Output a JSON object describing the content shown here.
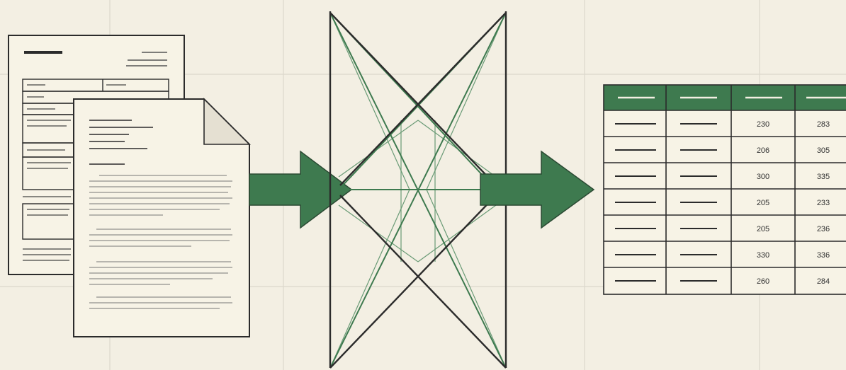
{
  "table": {
    "rows": [
      [
        "230",
        "283"
      ],
      [
        "206",
        "305"
      ],
      [
        "300",
        "335"
      ],
      [
        "205",
        "233"
      ],
      [
        "205",
        "236"
      ],
      [
        "330",
        "336"
      ],
      [
        "260",
        "284"
      ]
    ]
  },
  "colors": {
    "background": "#f3efe3",
    "grid_line": "#dcd8cc",
    "ink": "#2b2b2b",
    "accent_green": "#3e7a4f",
    "light_green": "#6a9b76",
    "paper": "#f7f3e6"
  }
}
